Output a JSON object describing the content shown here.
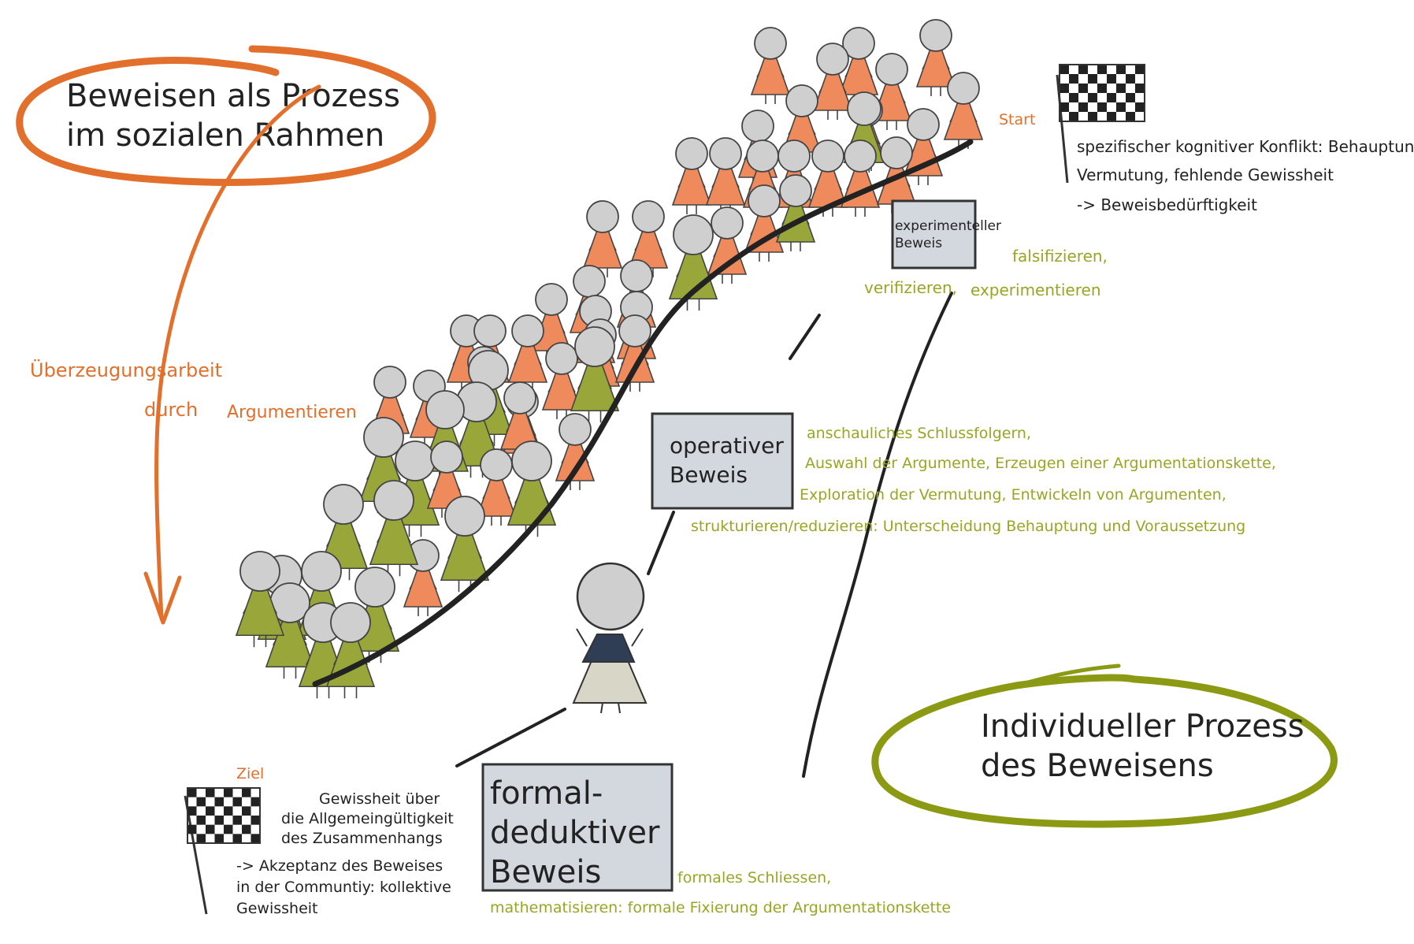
{
  "titles": {
    "social": [
      "Beweisen als Prozess",
      "im sozialen Rahmen"
    ],
    "individual": [
      "Individueller Prozess",
      "des Beweisens"
    ]
  },
  "arrow_label": {
    "line1": "Überzeugungsarbeit",
    "line2": "durch",
    "line3": "Argumentieren"
  },
  "start": {
    "label": "Start",
    "description": [
      "spezifischer kognitiver Konflikt: Behauptung,",
      "Vermutung, fehlende Gewissheit",
      "-> Beweisbedürftigkeit"
    ]
  },
  "goal": {
    "label": "Ziel",
    "description": [
      "Gewissheit über",
      "die Allgemeingültigkeit",
      "des Zusammenhangs"
    ],
    "result": [
      "-> Akzeptanz des Beweises",
      "in der Communtiy: kollektive",
      "Gewissheit"
    ]
  },
  "stages": {
    "experimental": {
      "box": [
        "experimenteller",
        "Beweis"
      ],
      "notes": [
        "falsifizieren,",
        "verifizieren,",
        "experimentieren"
      ]
    },
    "operative": {
      "box": [
        "operativer",
        "Beweis"
      ],
      "notes": [
        "anschauliches Schlussfolgern,",
        "Auswahl der Argumente, Erzeugen einer Argumentationskette,",
        "Exploration der Vermutung, Entwickeln von Argumenten,",
        "strukturieren/reduzieren: Unterscheidung Behauptung und Voraussetzung"
      ]
    },
    "formal": {
      "box": [
        "formal-",
        "deduktiver",
        "Beweis"
      ],
      "notes": [
        "formales Schliessen,",
        "mathematisieren: formale Fixierung der Argumentationskette"
      ]
    }
  },
  "colors": {
    "orange": "#e2702c",
    "green": "#98a624",
    "box_fill": "#d3d8df",
    "head": "#cfcfcf",
    "ink": "#222222",
    "person_orange": "#ee8a5c",
    "person_green": "#98a63a"
  }
}
